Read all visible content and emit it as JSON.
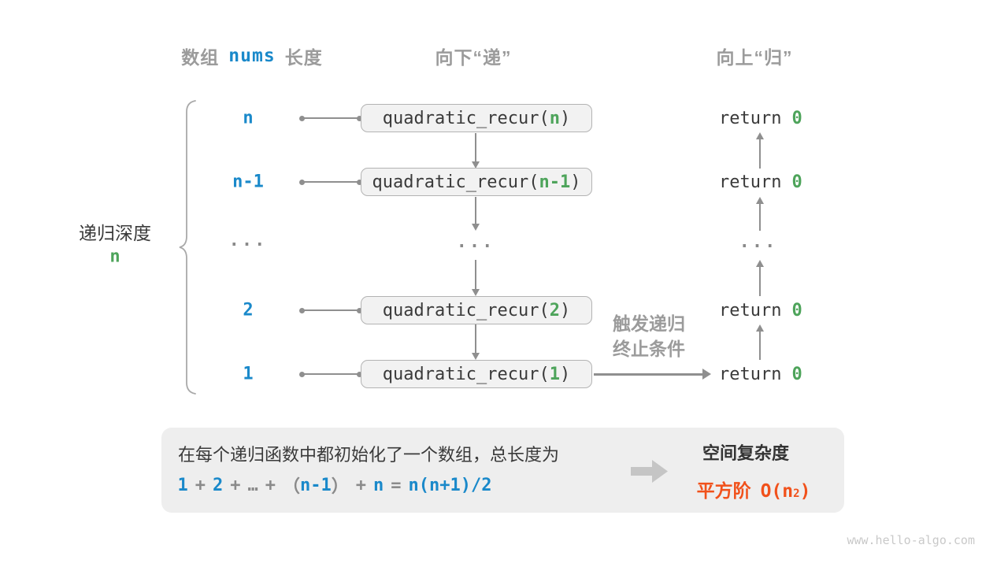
{
  "colors": {
    "blue": "#1a89ca",
    "green": "#4ea45b",
    "orange": "#f1511b",
    "gray_text": "#9b9b9b",
    "dark_text": "#3a3a3a",
    "arrow_gray": "#8f8f8f",
    "box_fill": "#f2f2f2",
    "box_border": "#b3b3b3",
    "panel_fill": "#eeeeee"
  },
  "headers": {
    "array_length": {
      "prefix": "数组",
      "code": "nums",
      "suffix": "长度"
    },
    "downward": "向下“递”",
    "upward": "向上“归”"
  },
  "depth_brace": {
    "label": "递归深度",
    "value": "n"
  },
  "ellipsis": "...",
  "rows": [
    {
      "length": "n",
      "call_prefix": "quadratic_recur(",
      "call_arg": "n",
      "call_suffix": ")",
      "return_keyword": "return",
      "return_value": "0"
    },
    {
      "length": "n-1",
      "call_prefix": "quadratic_recur(",
      "call_arg": "n-1",
      "call_suffix": ")",
      "return_keyword": "return",
      "return_value": "0"
    },
    {
      "length": "2",
      "call_prefix": "quadratic_recur(",
      "call_arg": "2",
      "call_suffix": ")",
      "return_keyword": "return",
      "return_value": "0"
    },
    {
      "length": "1",
      "call_prefix": "quadratic_recur(",
      "call_arg": "1",
      "call_suffix": ")",
      "return_keyword": "return",
      "return_value": "0"
    }
  ],
  "base_case_note": {
    "line1": "触发递归",
    "line2": "终止条件"
  },
  "summary": {
    "description": "在每个递归函数中都初始化了一个数组，总长度为",
    "formula": {
      "t1": "1",
      "op1": "+",
      "t2": "2",
      "op2": "+",
      "dots": "…",
      "op3": "+",
      "lparen": "（",
      "t3": "n-1",
      "rparen": "）",
      "op4": "+",
      "t4": "n",
      "eq": "=",
      "result": "n(n+1)/2"
    },
    "complexity_title": "空间复杂度",
    "complexity_class": "平方阶",
    "complexity_o": "O(n",
    "complexity_sup": "2",
    "complexity_close": ")"
  },
  "watermark": "www.hello-algo.com"
}
